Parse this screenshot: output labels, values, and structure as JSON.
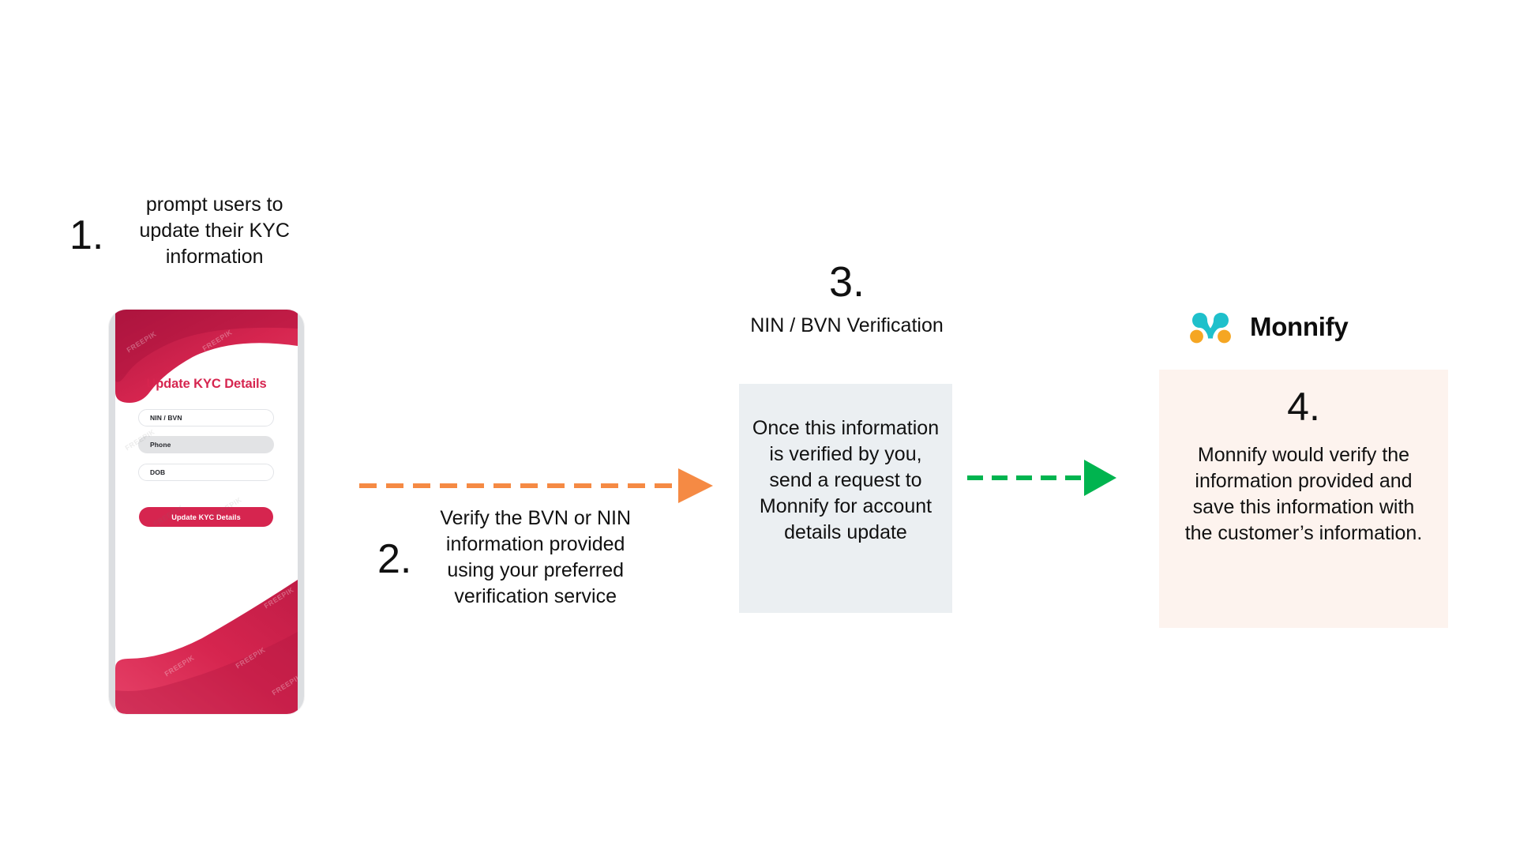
{
  "diagram": {
    "title_hidden": "",
    "steps": [
      {
        "number": "1.",
        "text": "prompt users to update their KYC information"
      },
      {
        "number": "2.",
        "text": "Verify the BVN or NIN information provided using your preferred verification service"
      },
      {
        "number": "3.",
        "heading": "NIN / BVN Verification",
        "text": "Once this information is verified by you, send a request to Monnify for account details update"
      },
      {
        "number": "4.",
        "text": "Monnify would verify the information provided and save this information with the customer’s information."
      }
    ]
  },
  "phone": {
    "screen_title": "Update KYC Details",
    "fields": [
      {
        "label": "NIN / BVN",
        "style": "outline"
      },
      {
        "label": "Phone",
        "style": "filled"
      },
      {
        "label": "DOB",
        "style": "outline"
      }
    ],
    "submit_label": "Update KYC Details",
    "watermark": "FREEPIK"
  },
  "brand": {
    "name": "Monnify",
    "logo_icon": "monnify-molecule-logo"
  },
  "arrows": [
    {
      "name": "orange-dashed-arrow",
      "color": "#F58A44",
      "direction": "right",
      "style": "dashed"
    },
    {
      "name": "green-dashed-arrow",
      "color": "#00B44F",
      "direction": "right",
      "style": "dashed"
    }
  ],
  "colors": {
    "background": "#FFFFFF",
    "crimson": "#D6254F",
    "step3_box_bg": "#EBEFF2",
    "step4_box_bg": "#FDF3EE",
    "arrow_orange": "#F58A44",
    "arrow_green": "#00B44F",
    "logo_teal": "#1FC0CB",
    "logo_orange": "#F5A623",
    "text": "#111111"
  }
}
